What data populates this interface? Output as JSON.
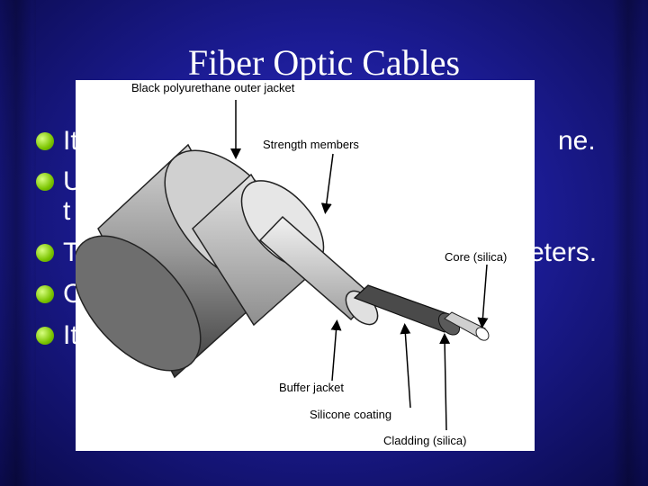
{
  "slide": {
    "title": "Fiber Optic Cables",
    "bullets": [
      {
        "left": "It",
        "right": "ne."
      },
      {
        "left": "U",
        "left2": "t",
        "right": ""
      },
      {
        "left": "T",
        "right": "eters."
      },
      {
        "left": "C",
        "right": ""
      },
      {
        "left": "It",
        "right": ""
      }
    ]
  },
  "diagram": {
    "labels": {
      "outer_jacket": "Black polyurethane outer jacket",
      "strength_members": "Strength members",
      "core": "Core (silica)",
      "buffer_jacket": "Buffer jacket",
      "silicone_coating": "Silicone coating",
      "cladding": "Cladding (silica)"
    }
  }
}
